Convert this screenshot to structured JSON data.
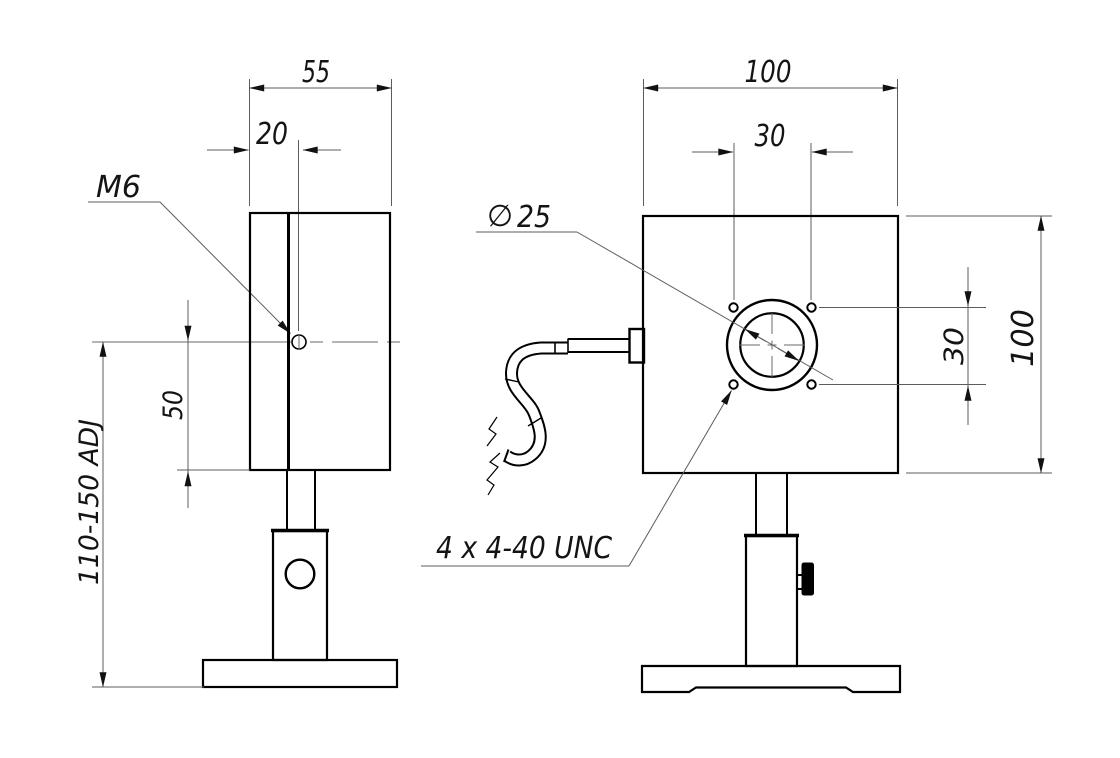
{
  "drawing": {
    "type": "technical-dimension-drawing",
    "colors": {
      "object_line": "#000000",
      "dimension_line": "#5c5c5c",
      "background": "#ffffff",
      "text": "#141414"
    },
    "side_view": {
      "dims": {
        "width": "55",
        "hole_offset": "20",
        "thread_callout": "M6",
        "hole_height": "50",
        "height_adjust": "110-150 ADJ"
      }
    },
    "front_view": {
      "dims": {
        "width": "100",
        "height": "100",
        "hole_spacing_horizontal": "30",
        "hole_spacing_vertical": "30",
        "diameter_symbol": "∅",
        "aperture_diameter": "25",
        "mounting_holes_callout": "4 x 4-40 UNC"
      }
    }
  }
}
